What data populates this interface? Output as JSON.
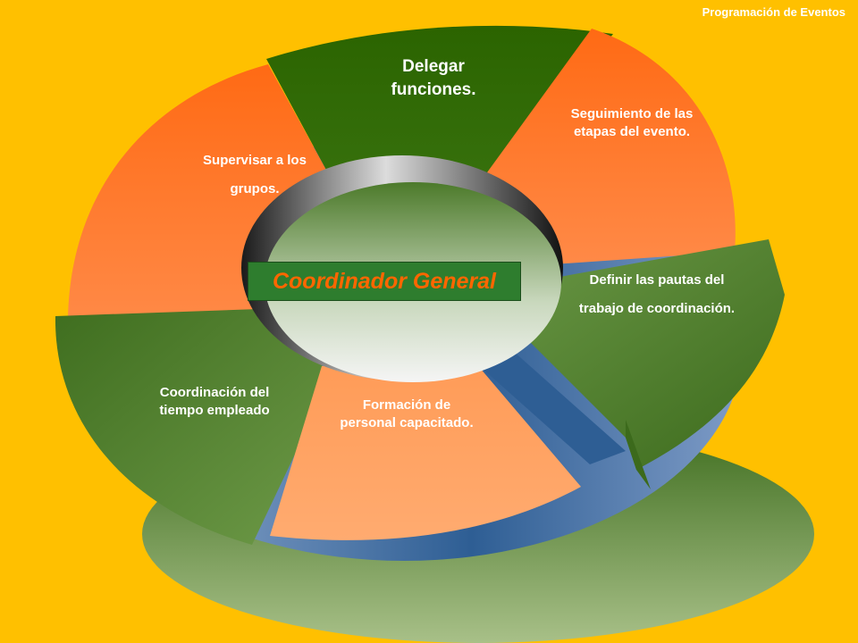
{
  "header": {
    "title": "Programación de Eventos"
  },
  "center": {
    "label": "Coordinador General"
  },
  "segments": {
    "delegar": "Delegar\nfunciones.",
    "seguimiento": "Seguimiento de las\netapas del evento.",
    "supervisar": "Supervisar a los\n\ngrupos.",
    "definir": "Definir las pautas del\n\ntrabajo de coordinación.",
    "coordinacion": "Coordinación del\ntiempo empleado",
    "formacion": "Formación de\npersonal capacitado."
  },
  "colors": {
    "background": "#FFC000",
    "orange": "#FF7A2E",
    "dark_green": "#2F6A00",
    "olive_green": "#5E8A3A",
    "blue": "#2E5E94",
    "center_box": "#2E7D2E",
    "center_text": "#FF6600"
  }
}
